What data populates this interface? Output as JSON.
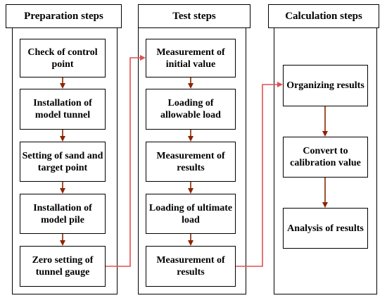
{
  "colors": {
    "arrow": "#8B2500",
    "connector": "#E05050",
    "border": "#000000"
  },
  "columns": [
    {
      "header": "Preparation steps",
      "steps": [
        "Check of control point",
        "Installation of model tunnel",
        "Setting of sand and target point",
        "Installation of model pile",
        "Zero setting of tunnel gauge"
      ]
    },
    {
      "header": "Test steps",
      "steps": [
        "Measurement of initial value",
        "Loading of allowable load",
        "Measurement of results",
        "Loading of ultimate load",
        "Measurement of results"
      ]
    },
    {
      "header": "Calculation steps",
      "steps": [
        "Organizing results",
        "Convert to calibration value",
        "Analysis of results"
      ]
    }
  ]
}
